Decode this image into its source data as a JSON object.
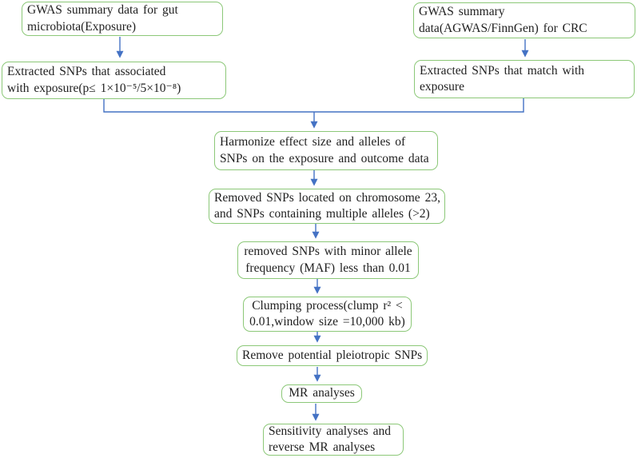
{
  "colors": {
    "box_border": "#8cc878",
    "arrow": "#4472c4",
    "background": "#ffffff",
    "text": "#1f1f1f"
  },
  "nodes": [
    {
      "id": "gwas-exposure",
      "label": "GWAS summary data for gut\nmicrobiota(Exposure)"
    },
    {
      "id": "gwas-outcome",
      "label": "GWAS summary\ndata(AGWAS/FinnGen) for CRC"
    },
    {
      "id": "extract-exposure-snps",
      "label": "Extracted SNPs that associated\nwith exposure(p≤ 1×10⁻⁵/5×10⁻⁸)"
    },
    {
      "id": "extract-outcome-snps",
      "label": "Extracted SNPs that match with\nexposure"
    },
    {
      "id": "harmonize",
      "label": "Harmonize effect size and alleles of\nSNPs on the exposure and outcome data"
    },
    {
      "id": "remove-chr23",
      "label": "Removed SNPs located on chromosome 23,\nand SNPs containing multiple alleles (>2)"
    },
    {
      "id": "remove-maf",
      "label": "removed SNPs with minor allele\nfrequency (MAF) less than 0.01"
    },
    {
      "id": "clumping",
      "label": "Clumping process(clump r² <\n0.01,window size =10,000 kb)"
    },
    {
      "id": "remove-pleiotropic",
      "label": "Remove potential pleiotropic SNPs"
    },
    {
      "id": "mr-analyses",
      "label": "MR analyses"
    },
    {
      "id": "sensitivity",
      "label": "Sensitivity analyses and\nreverse MR analyses"
    }
  ]
}
